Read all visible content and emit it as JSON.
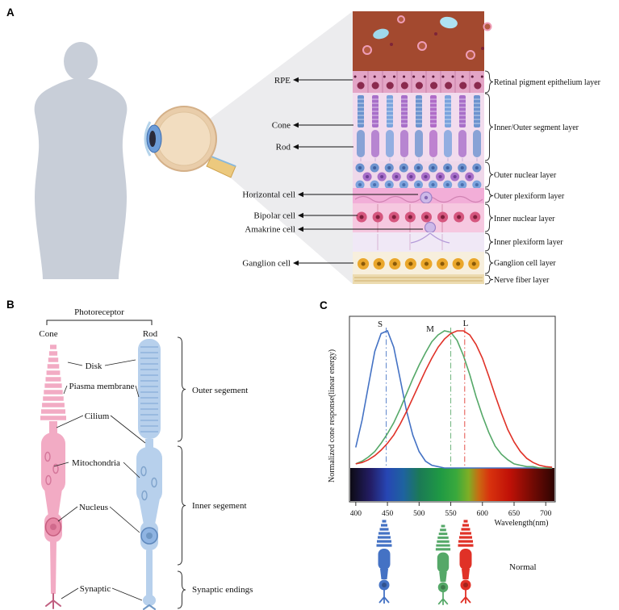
{
  "panel_labels": {
    "a": "A",
    "b": "B",
    "c": "C"
  },
  "panel_a": {
    "cell_labels": [
      "RPE",
      "Cone",
      "Rod",
      "Horizontal cell",
      "Bipolar cell",
      "Amakrine cell",
      "Ganglion cell"
    ],
    "layer_labels": [
      "Retinal pigment epithelium layer",
      "Inner/Outer segment layer",
      "Outer nuclear layer",
      "Outer plexiform layer",
      "Inner nuclear layer",
      "Inner plexiform layer",
      "Ganglion cell layer",
      "Nerve fiber layer"
    ]
  },
  "panel_b": {
    "title": "Photoreceptor",
    "cone_label": "Cone",
    "rod_label": "Rod",
    "part_labels": [
      "Disk",
      "Piasma membrane",
      "Cilium",
      "Mitochondria",
      "Nucleus",
      "Synaptic"
    ],
    "segment_labels": [
      "Outer segement",
      "Inner segement",
      "Synaptic endings"
    ]
  },
  "panel_c": {
    "normal_label": "Normal"
  },
  "chart_data": {
    "type": "line",
    "title": "",
    "xlabel": "Wavelength(nm)",
    "ylabel": "Normalized cone response(linear energy)",
    "xlim": [
      390,
      715
    ],
    "ylim": [
      0,
      1.08
    ],
    "xticks": [
      400,
      450,
      500,
      550,
      600,
      650,
      700
    ],
    "grid": false,
    "legend_position": "none",
    "x_start": 400,
    "x_step": 10,
    "spectrum_bar": true,
    "series": [
      {
        "name": "S",
        "color": "#4472c4",
        "peak_nm": 448,
        "values": [
          0.15,
          0.35,
          0.6,
          0.85,
          0.98,
          1.0,
          0.88,
          0.65,
          0.42,
          0.24,
          0.12,
          0.05,
          0.02,
          0.01,
          0,
          0,
          0,
          0,
          0,
          0,
          0,
          0,
          0,
          0,
          0,
          0,
          0,
          0,
          0,
          0,
          0,
          0
        ]
      },
      {
        "name": "M",
        "color": "#55a868",
        "peak_nm": 550,
        "values": [
          0.03,
          0.05,
          0.08,
          0.12,
          0.18,
          0.25,
          0.33,
          0.43,
          0.54,
          0.65,
          0.75,
          0.84,
          0.92,
          0.97,
          1.0,
          0.99,
          0.93,
          0.82,
          0.68,
          0.52,
          0.38,
          0.26,
          0.16,
          0.1,
          0.06,
          0.03,
          0.02,
          0.01,
          0.01,
          0,
          0,
          0
        ]
      },
      {
        "name": "L",
        "color": "#e03127",
        "peak_nm": 572,
        "values": [
          0.03,
          0.04,
          0.06,
          0.09,
          0.13,
          0.18,
          0.24,
          0.32,
          0.41,
          0.51,
          0.61,
          0.71,
          0.8,
          0.88,
          0.94,
          0.98,
          1.0,
          1.0,
          0.97,
          0.9,
          0.8,
          0.67,
          0.53,
          0.4,
          0.28,
          0.19,
          0.12,
          0.07,
          0.04,
          0.02,
          0.01,
          0.005
        ]
      }
    ]
  }
}
